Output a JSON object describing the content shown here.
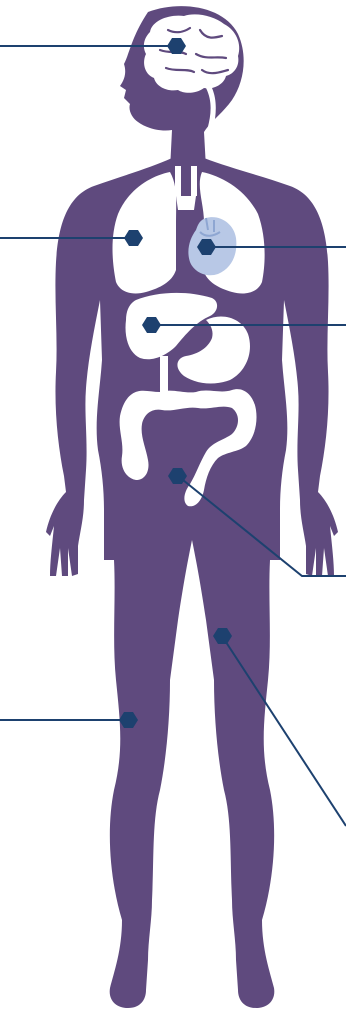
{
  "colors": {
    "body": "#5f4a7e",
    "organ": "#ffffff",
    "heart": "#b8c8e6",
    "heart_detail": "#8ea6d2",
    "marker": "#1d416f",
    "leader_line": "#1d416f"
  },
  "figure": {
    "description_icon": "human-anatomy-silhouette",
    "organs": [
      "brain-icon",
      "lungs-icon",
      "heart-icon",
      "liver-icon",
      "stomach-icon",
      "intestine-icon"
    ]
  },
  "markers": [
    {
      "id": "brain",
      "target": "brain-icon"
    },
    {
      "id": "lung",
      "target": "lungs-icon"
    },
    {
      "id": "heart",
      "target": "heart-icon"
    },
    {
      "id": "liver",
      "target": "liver-icon"
    },
    {
      "id": "pelvis",
      "target": "pelvis"
    },
    {
      "id": "thigh",
      "target": "thigh"
    },
    {
      "id": "knee",
      "target": "knee"
    }
  ]
}
